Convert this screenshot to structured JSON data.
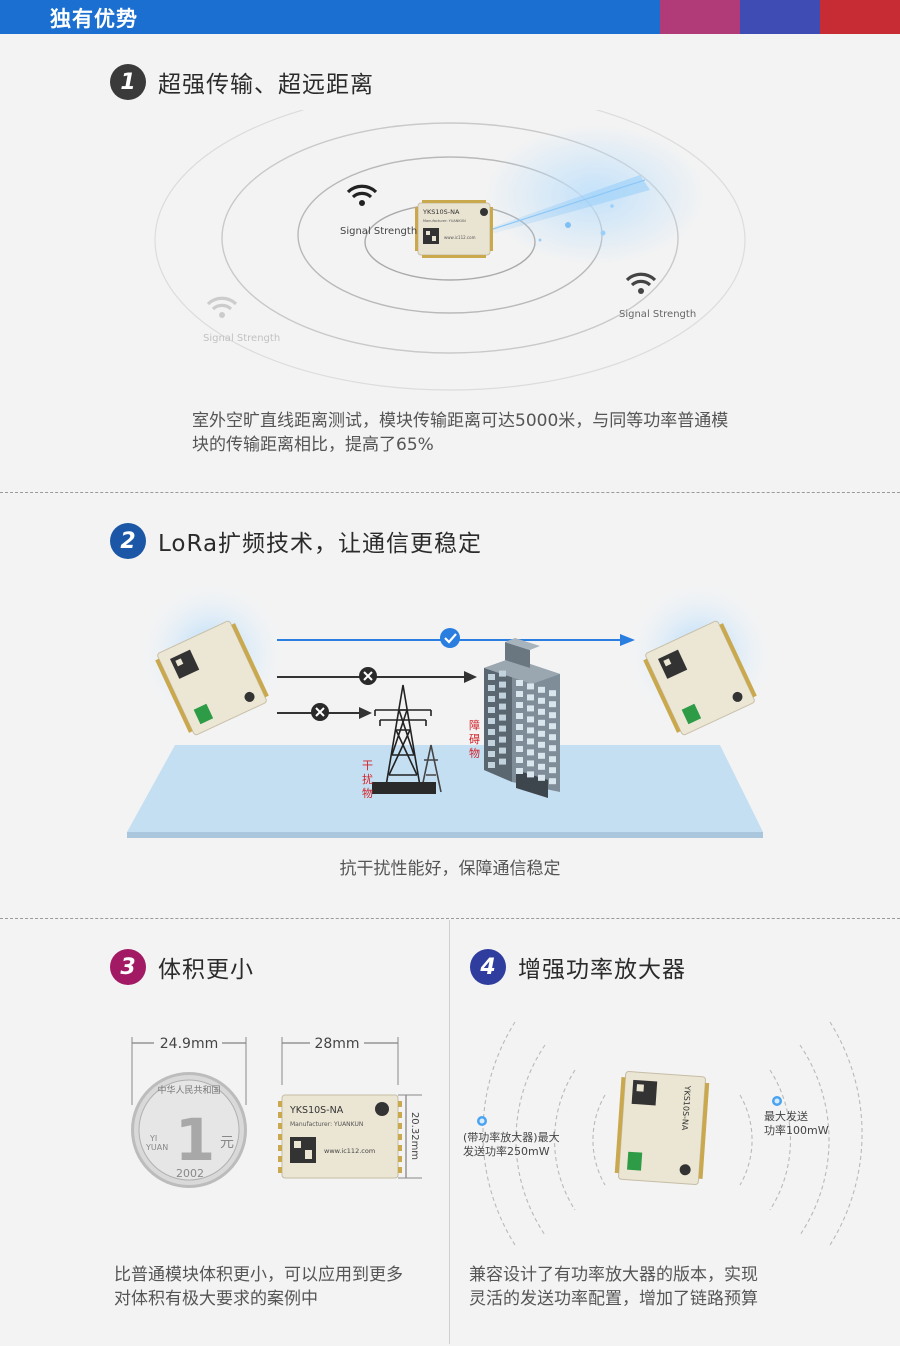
{
  "header": {
    "title": "独有优势",
    "bands": [
      "#b13b78",
      "#3e4cb3",
      "#c72b33"
    ],
    "bg": "#1a6fd0"
  },
  "colors": {
    "num1": "#3a3a3a",
    "num2": "#1b57a6",
    "num3": "#a21a63",
    "num4": "#2e3d9e",
    "accent_blue": "#2a7ee0",
    "label_red": "#d2232a"
  },
  "section1": {
    "num": "1",
    "title": "超强传输、超远距离",
    "signal_label": "Signal Strength",
    "chip_model": "YKS10S-NA",
    "chip_maker": "Manufacturer: YUANKUN",
    "chip_url": "www.ic112.com",
    "desc_line1": "室外空旷直线距离测试，模块传输距离可达5000米，与同等功率普通模",
    "desc_line2": "块的传输距离相比，提高了65%"
  },
  "section2": {
    "num": "2",
    "title": "LoRa扩频技术，让通信更稳定",
    "interference_label": [
      "干",
      "扰",
      "物"
    ],
    "obstacle_label": [
      "障",
      "碍",
      "物"
    ],
    "desc": "抗干扰性能好，保障通信稳定"
  },
  "section3": {
    "num": "3",
    "title": "体积更小",
    "dim_coin": "24.9mm",
    "dim_width": "28mm",
    "dim_height": "20.32mm",
    "coin_digit": "1",
    "coin_unit": "元",
    "coin_year": "2002",
    "coin_text_top": "中华人民共和国",
    "coin_yi": "YI",
    "coin_yuan": "YUAN",
    "desc_line1": "比普通模块体积更小，可以应用到更多",
    "desc_line2": "对体积有极大要求的案例中"
  },
  "section4": {
    "num": "4",
    "title": "增强功率放大器",
    "left_label_line1": "(带功率放大器)最大",
    "left_label_line2": "发送功率250mW",
    "right_label_line1": "最大发送",
    "right_label_line2": "功率100mW",
    "desc_line1": "兼容设计了有功率放大器的版本，实现",
    "desc_line2": "灵活的发送功率配置，增加了链路预算"
  }
}
